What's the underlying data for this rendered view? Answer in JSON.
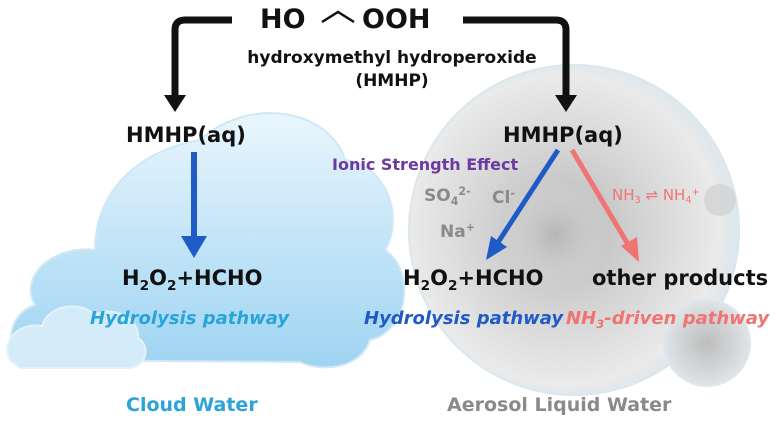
{
  "top": {
    "formula_left": "HO",
    "formula_right": "OOH",
    "name": "hydroxymethyl hydroperoxide",
    "abbr": "(HMHP)"
  },
  "cloud": {
    "species": "HMHP(aq)",
    "product_h": "H",
    "product_sub2a": "2",
    "product_o": "O",
    "product_sub2b": "2",
    "product_rest": "+HCHO",
    "pathway": "Hydrolysis pathway",
    "label": "Cloud Water"
  },
  "aerosol": {
    "species": "HMHP(aq)",
    "effect": "Ionic Strength Effect",
    "ion_so4": "SO",
    "ion_so4_sub": "4",
    "ion_so4_sup": "2-",
    "ion_cl": "Cl",
    "ion_cl_sup": "-",
    "ion_na": "Na",
    "ion_na_sup": "+",
    "nh3_eq_left": "NH",
    "nh3_eq_left_sub": "3",
    "nh3_eq_mid": " ⇌ NH",
    "nh3_eq_right_sub": "4",
    "nh3_eq_right_sup": "+",
    "product_h": "H",
    "product_sub2a": "2",
    "product_o": "O",
    "product_sub2b": "2",
    "product_rest": "+HCHO",
    "other_products": "other products",
    "pathway_hydrolysis": "Hydrolysis pathway",
    "pathway_nh3_pre": "NH",
    "pathway_nh3_sub": "3",
    "pathway_nh3_post": "-driven pathway",
    "label": "Aerosol Liquid Water"
  },
  "colors": {
    "cloud_blue": "#2aa3d9",
    "arrow_blue": "#1f5bc6",
    "arrow_red": "#f07474",
    "purple": "#6b3aa0",
    "gray_text": "#8a8a8a"
  }
}
